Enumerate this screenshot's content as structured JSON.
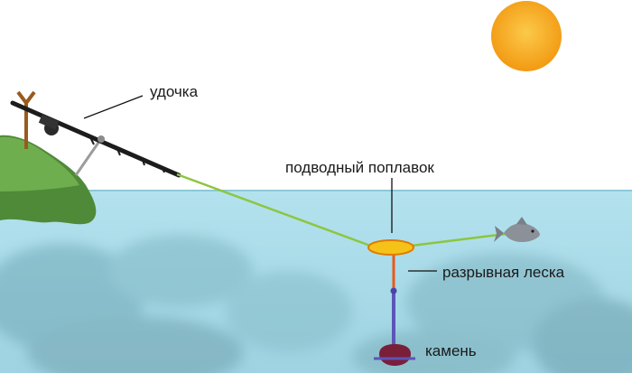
{
  "labels": {
    "rod": "удочка",
    "float": "подводный поплавок",
    "breakline": "разрывная леска",
    "stone": "камень"
  },
  "colors": {
    "sky": "#ffffff",
    "water": "#a6dbe8",
    "water_dark": "#7fbfcf",
    "sun": "#f7a21b",
    "sun_core": "#fbbd3c",
    "grass": "#6ba94b",
    "grass_dark": "#4f8a38",
    "rod": "#1c1c1c",
    "line_main": "#8cc63f",
    "float": "#f5c21a",
    "float_edge": "#e07b00",
    "breakline": "#e85a1a",
    "leader": "#5b55b8",
    "stone": "#7a1f3a",
    "fish": "#8a8f98",
    "pointer": "#111111"
  },
  "icons": [
    "sun-icon",
    "fishing-rod-icon",
    "fish-icon",
    "stone-icon"
  ]
}
